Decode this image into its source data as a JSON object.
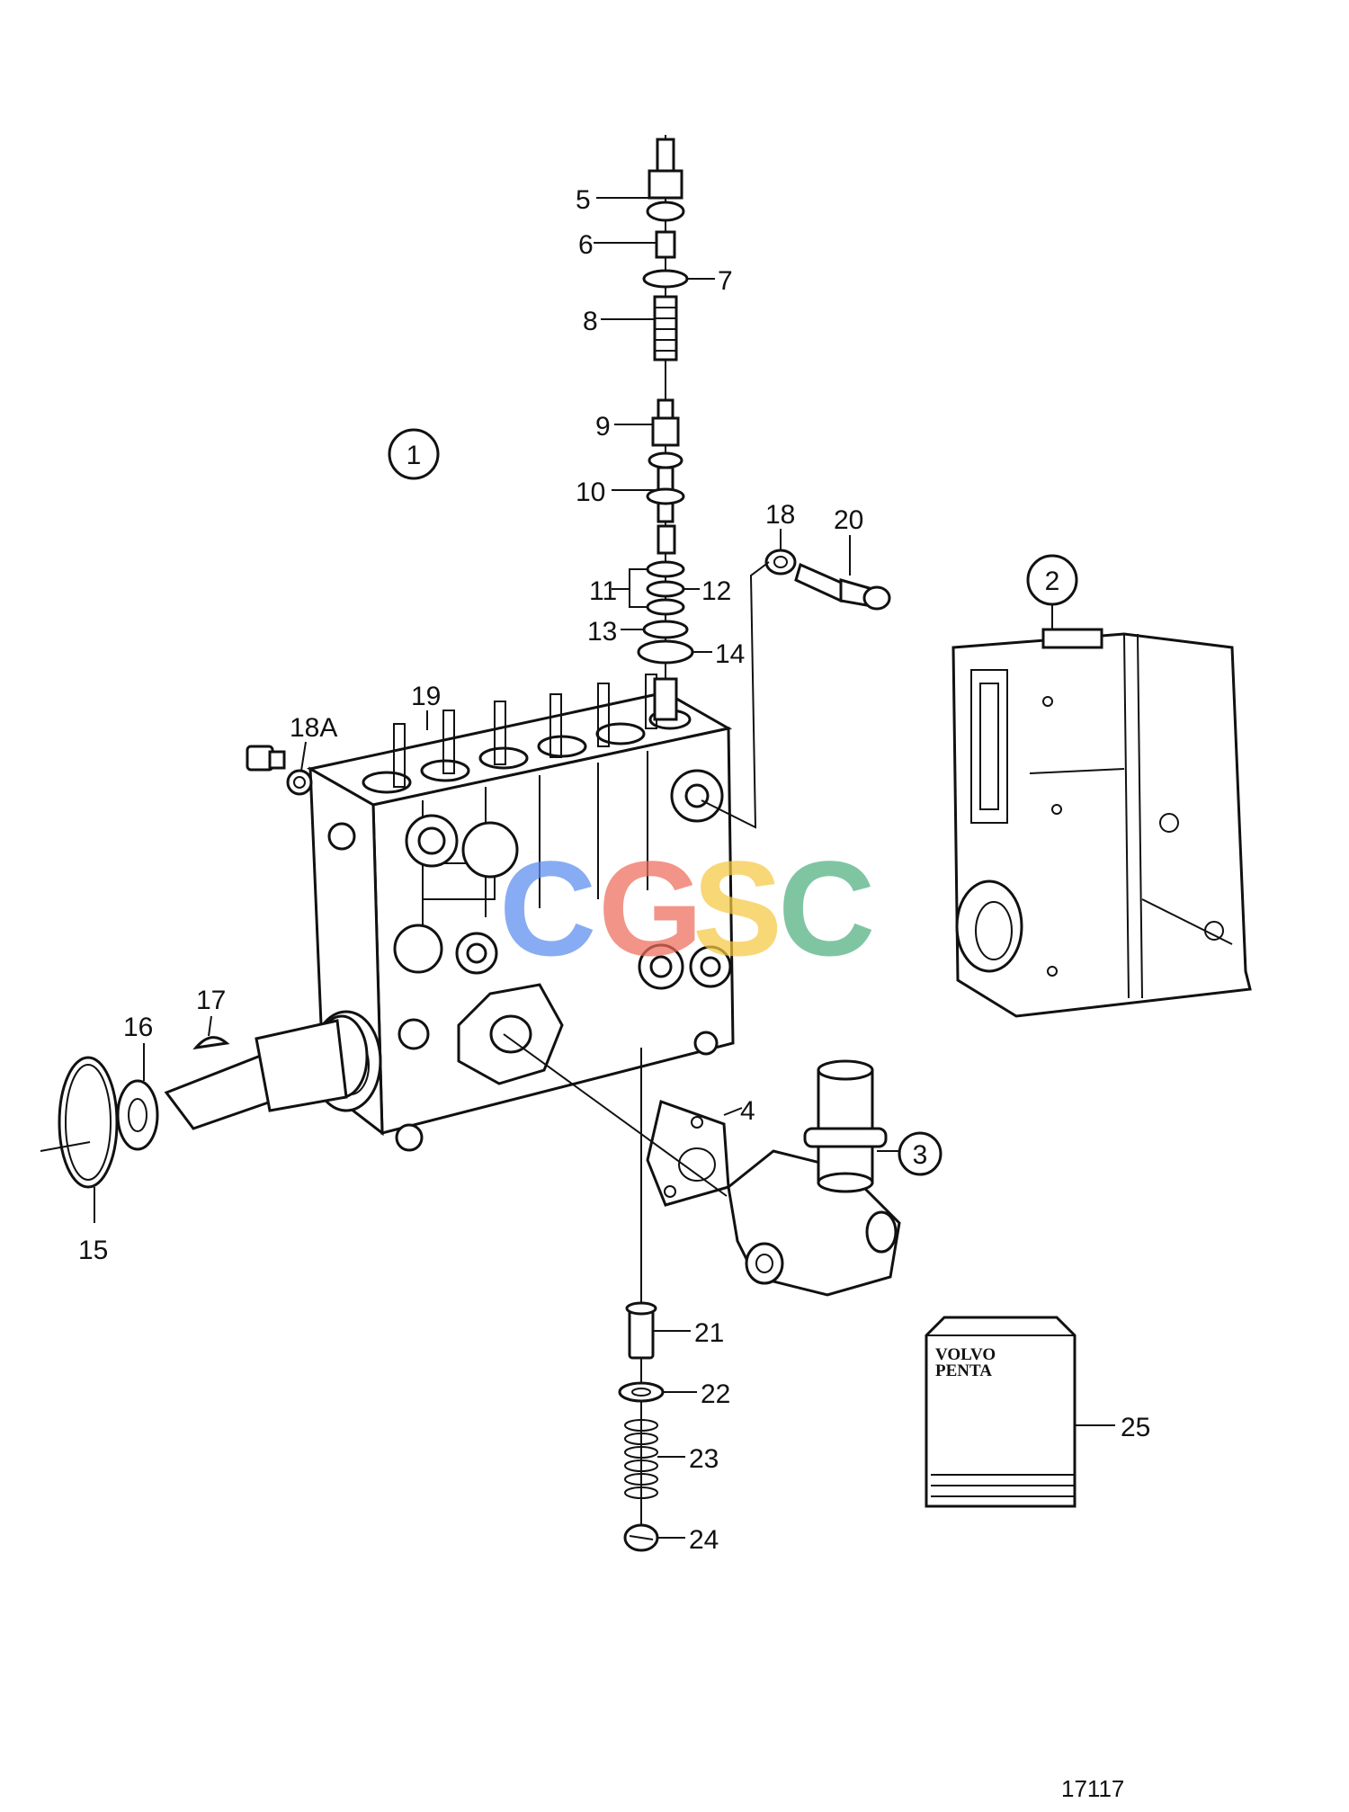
{
  "callouts": [
    "5",
    "6",
    "7",
    "8",
    "9",
    "10",
    "11",
    "12",
    "13",
    "14",
    "18",
    "20",
    "19",
    "18A",
    "16",
    "17",
    "15",
    "4",
    "21",
    "22",
    "23",
    "24",
    "25"
  ],
  "circled": [
    "1",
    "2",
    "3"
  ],
  "watermark": [
    {
      "char": "C",
      "color": "#5b8def"
    },
    {
      "char": "G",
      "color": "#ef6b5b"
    },
    {
      "char": "S",
      "color": "#f6c844"
    },
    {
      "char": "C",
      "color": "#4fb07f"
    }
  ],
  "book": {
    "line1": "VOLVO",
    "line2": "PENTA"
  },
  "drawing_number": "17117"
}
